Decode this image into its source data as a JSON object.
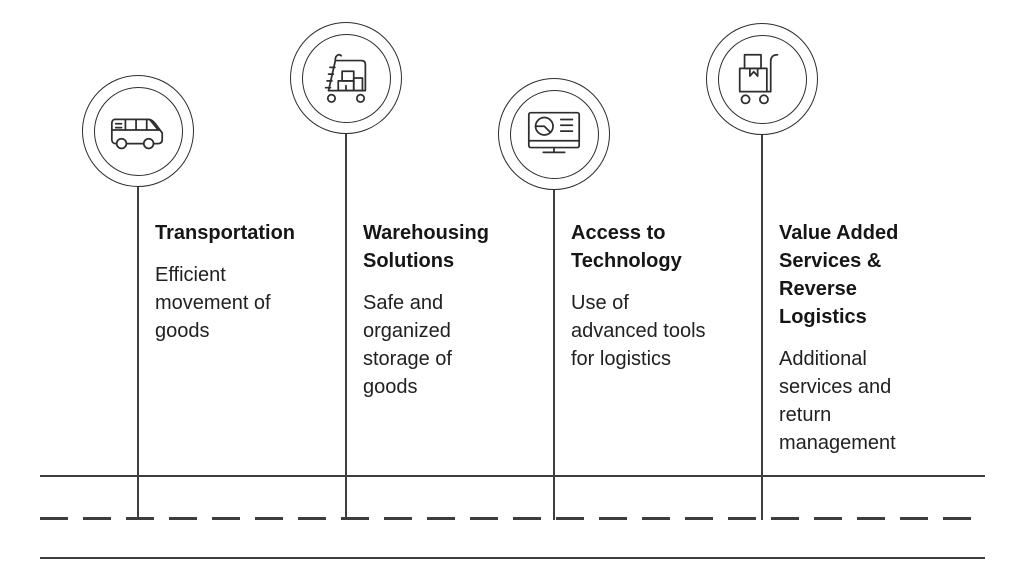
{
  "page": {
    "background_color": "#ffffff",
    "text_color": "#1f1f1f",
    "line_color": "#3d3d3d",
    "icon_stroke_color": "#2e2e2e",
    "layout": "four icon nodes on stems above a road with solid-dashed-solid lane lines"
  },
  "items": [
    {
      "icon": "bus-icon",
      "title": "Transportation",
      "title_lines": [
        "Transportation"
      ],
      "description": "Efficient movement of goods",
      "body_lines": [
        "Efficient",
        "movement of",
        "goods"
      ]
    },
    {
      "icon": "warehouse-cart-icon",
      "title": "Warehousing Solutions",
      "title_lines": [
        "Warehousing",
        "Solutions"
      ],
      "description": "Safe and organized storage of goods",
      "body_lines": [
        "Safe and",
        "organized",
        "storage of",
        "goods"
      ]
    },
    {
      "icon": "dashboard-monitor-icon",
      "title": "Access to Technology",
      "title_lines": [
        "Access to",
        "Technology"
      ],
      "description": "Use of advanced tools for logistics",
      "body_lines": [
        "Use of",
        "advanced tools",
        "for logistics"
      ]
    },
    {
      "icon": "hand-truck-icon",
      "title": "Value Added Services & Reverse Logistics",
      "title_lines": [
        "Value Added",
        "Services &",
        "Reverse",
        "Logistics"
      ],
      "description": "Additional services and return management",
      "body_lines": [
        "Additional",
        "services and",
        "return",
        "management"
      ]
    }
  ],
  "road": {
    "top_line": "solid",
    "center_line": "dashed",
    "bottom_line": "solid"
  }
}
